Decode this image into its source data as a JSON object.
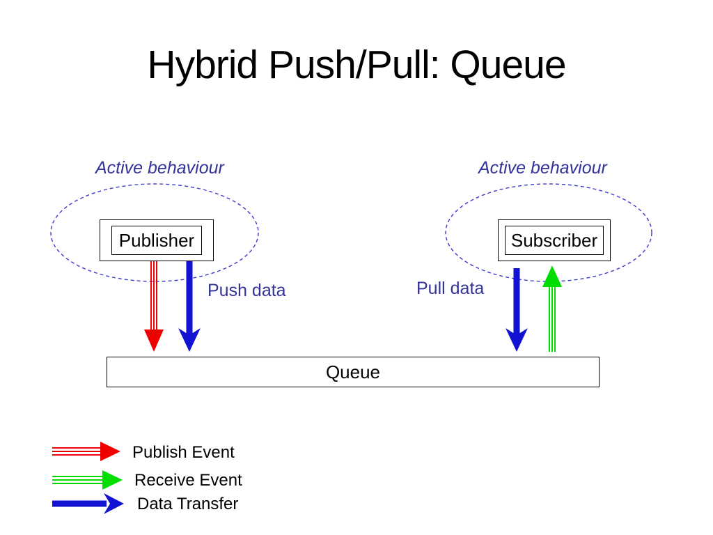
{
  "title": "Hybrid Push/Pull: Queue",
  "colors": {
    "publish_event": "#ee0000",
    "receive_event": "#00dd00",
    "data_transfer": "#1212d2",
    "label_text": "#333399",
    "ellipse_stroke": "#3a3acc"
  },
  "diagram": {
    "left_group": {
      "label": "Active behaviour",
      "node": "Publisher",
      "arrow_label": "Push data"
    },
    "right_group": {
      "label": "Active behaviour",
      "node": "Subscriber",
      "arrow_label": "Pull data"
    },
    "queue": {
      "label": "Queue"
    }
  },
  "legend": {
    "items": [
      {
        "label": "Publish Event"
      },
      {
        "label": "Receive Event"
      },
      {
        "label": "Data Transfer"
      }
    ]
  }
}
